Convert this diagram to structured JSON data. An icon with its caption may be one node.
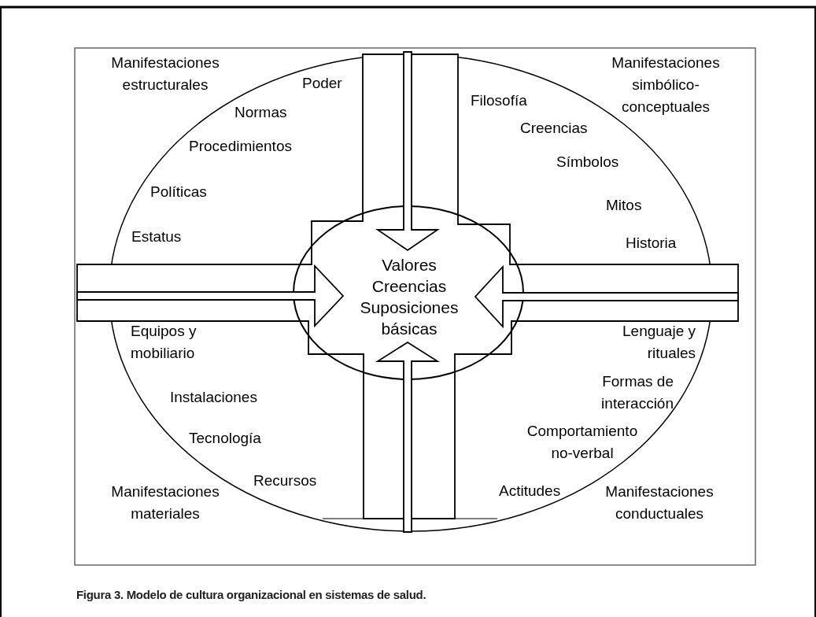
{
  "diagram": {
    "caption": "Figura 3. Modelo de cultura organizacional en sistemas de salud.",
    "nodes": [
      {
        "text": [],
        "shape": "ellipse"
      },
      {
        "text": [
          "Valores Creencias Suposiciones básicas"
        ],
        "in": 0
      }
    ],
    "edges": [
      {
        "from": null,
        "to": 1,
        "arrow": "to"
      },
      {
        "from": null,
        "to": 1,
        "arrow": "to"
      },
      {
        "from": null,
        "to": 1,
        "arrow": "to"
      },
      {
        "from": null,
        "to": 1,
        "arrow": "to"
      }
    ],
    "labels": [
      "Manifestaciones estructurales",
      "Poder",
      "Normas",
      "Procedimientos",
      "Políticas",
      "Estatus",
      "Manifestaciones simbólico-conceptuales",
      "Filosofía",
      "Creencias",
      "Símbolos",
      "Mitos",
      "Historia",
      "Equipos y mobiliario",
      "Instalaciones",
      "Tecnología",
      "Recursos",
      "Manifestaciones materiales",
      "Lenguaje y rituales",
      "Formas de interacción",
      "Comportamiento no-verbal",
      "Actitudes",
      "Manifestaciones conductuales"
    ]
  }
}
